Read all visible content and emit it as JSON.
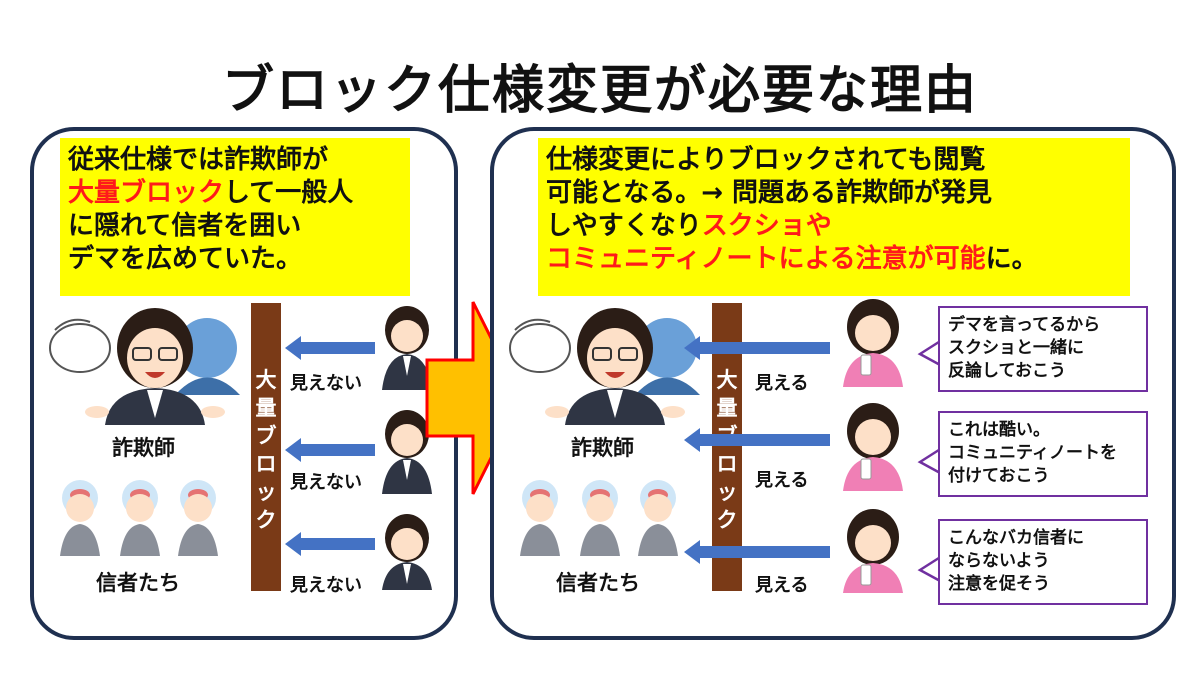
{
  "title": "ブロック仕様変更が必要な理由",
  "left": {
    "box_lines": [
      "従来仕様では詐欺師が",
      "して一般人",
      "に隠れて信者を囲い",
      "デマを広めていた。"
    ],
    "box_red": "大量ブロック",
    "wall_label": [
      "大",
      "量",
      "ブ",
      "ロ",
      "ッ",
      "ク"
    ],
    "arrow_label": "見えない",
    "scammer_label": "詐欺師",
    "believers_label": "信者たち"
  },
  "right": {
    "box_lines": [
      "仕様変更によりブロックされても閲覧",
      "可能となる。→ 問題ある詐欺師が発見",
      "しやすくなり",
      "に。"
    ],
    "box_red_1": "スクショや",
    "box_red_2": "コミュニティノートによる注意が可能",
    "wall_label": [
      "大",
      "量",
      "ブ",
      "ロ",
      "ッ",
      "ク"
    ],
    "arrow_label": "見える",
    "scammer_label": "詐欺師",
    "believers_label": "信者たち",
    "bubbles": [
      [
        "デマを言ってるから",
        "スクショと一緒に",
        "反論しておこう"
      ],
      [
        "これは酷い。",
        "コミュニティノートを",
        "付けておこう"
      ],
      [
        "こんなバカ信者に",
        "ならないよう",
        "注意を促そう"
      ]
    ]
  },
  "colors": {
    "highlight": "#ffff00",
    "red_text": "#ff1a1a",
    "panel_border": "#1f3050",
    "wall": "#7a3a17",
    "arrow_blue": "#4472c4",
    "bubble_border": "#7030a0",
    "big_arrow_fill": "#ffc000",
    "big_arrow_stroke": "#ff0000"
  }
}
